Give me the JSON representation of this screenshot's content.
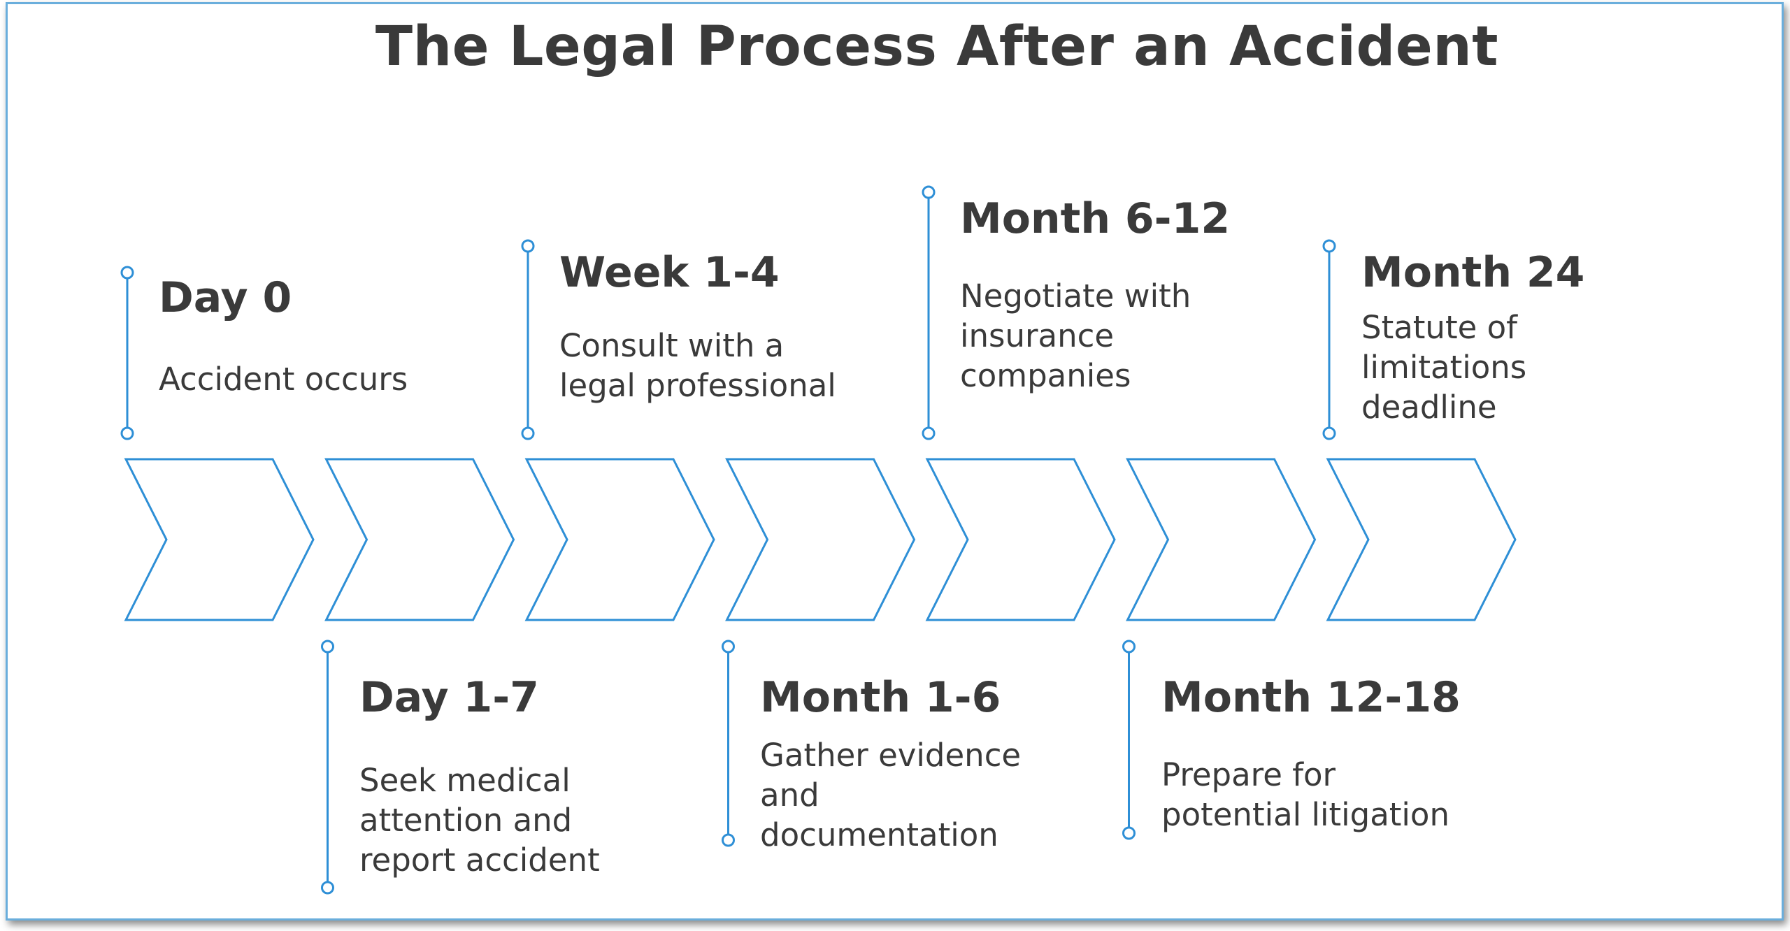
{
  "title": "The Legal Process After an Accident",
  "colors": {
    "accent": "#2e8fd6",
    "text": "#3a3a3a",
    "border": "#6aaedc"
  },
  "milestones": [
    {
      "heading": "Day 0",
      "description": "Accident occurs",
      "side": "top"
    },
    {
      "heading": "Day 1-7",
      "description": "Seek medical attention and report accident",
      "side": "bottom"
    },
    {
      "heading": "Week 1-4",
      "description": "Consult with a legal professional",
      "side": "top"
    },
    {
      "heading": "Month 1-6",
      "description": "Gather evidence and documentation",
      "side": "bottom"
    },
    {
      "heading": "Month 6-12",
      "description": "Negotiate with insurance companies",
      "side": "top"
    },
    {
      "heading": "Month 12-18",
      "description": "Prepare for potential litigation",
      "side": "bottom"
    },
    {
      "heading": "Month 24",
      "description": "Statute of limitations deadline",
      "side": "top"
    }
  ]
}
